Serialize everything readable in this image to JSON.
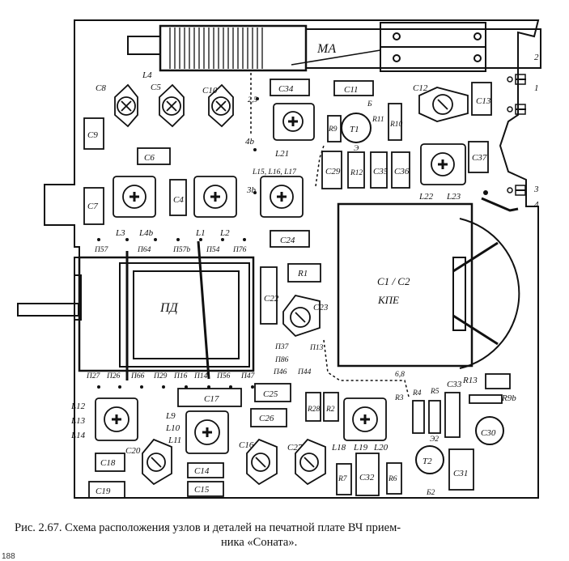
{
  "caption": {
    "line1": "Рис. 2.67. Схема расположения узлов и деталей на печатной плате ВЧ прием-",
    "line2": "ника «Соната»."
  },
  "page_number": "188",
  "blocks": {
    "antenna": "MA",
    "pd": "ПД",
    "kpe_top": "C1 / C2",
    "kpe_bottom": "КПЕ"
  },
  "capacitors": [
    "C8",
    "C5",
    "C10",
    "C9",
    "C6",
    "C7",
    "C4",
    "C34",
    "C11",
    "C12",
    "C13",
    "C29",
    "C35",
    "C36",
    "C37",
    "C24",
    "C22",
    "C23",
    "C25",
    "C17",
    "C26",
    "C18",
    "C19",
    "C20",
    "C16",
    "C27",
    "C14",
    "C15",
    "C32",
    "C31",
    "C33",
    "C30"
  ],
  "resistors": [
    "R9",
    "R11",
    "R10",
    "R12",
    "R1",
    "R3",
    "R4",
    "R5",
    "R13",
    "R9b",
    "R28",
    "R2",
    "R7",
    "R6"
  ],
  "coils": [
    "L4",
    "L21",
    "L15, L16, L17",
    "L3",
    "L4b",
    "L1",
    "L2",
    "L22",
    "L23",
    "L12",
    "L13",
    "L14",
    "L9",
    "L10",
    "L11",
    "L18",
    "L19",
    "L20"
  ],
  "transistors": [
    "T1",
    "T2"
  ],
  "pins": [
    "П57",
    "П64",
    "П57b",
    "П54",
    "П76",
    "П27",
    "П26",
    "П66",
    "П29",
    "П16",
    "П14",
    "П56",
    "П47",
    "П37",
    "П86",
    "П46",
    "П44",
    "П13"
  ],
  "terminals": [
    "1",
    "2",
    "3",
    "4",
    "2,5",
    "4b",
    "3b",
    "6,8",
    "Э",
    "Б",
    "Э2",
    "Б2"
  ]
}
